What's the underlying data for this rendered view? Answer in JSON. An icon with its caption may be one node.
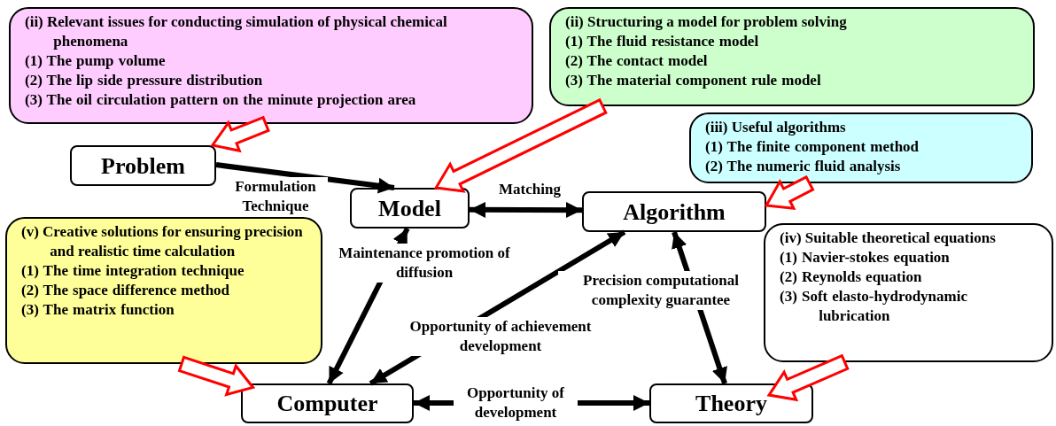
{
  "diagram": {
    "nodes": [
      {
        "text": [
          "(ii) Relevant issues for conducting simulation of physical chemical phenomena",
          "(1) The pump volume",
          "(2) The lip side pressure distribution",
          "(3) The oil circulation pattern on the minute projection area"
        ]
      },
      {
        "text": [
          "(ii) Structuring a model for problem solving",
          "(1) The fluid resistance model",
          "(2) The contact model",
          "(3) The material component rule model"
        ]
      },
      {
        "text": [
          "(iii) Useful algorithms",
          "(1) The finite component method",
          "(2) The numeric fluid analysis"
        ]
      },
      {
        "text": [
          "Problem"
        ]
      },
      {
        "text": [
          "Model"
        ]
      },
      {
        "text": [
          "Algorithm"
        ]
      },
      {
        "text": [
          "(v) Creative solutions for ensuring precision and realistic time calculation",
          "(1) The time integration technique",
          "(2) The space difference method",
          "(3) The matrix function"
        ]
      },
      {
        "text": [
          "(iv) Suitable theoretical equations",
          "(1) Navier-stokes equation",
          "(2) Reynolds equation",
          "(3) Soft elasto-hydrodynamic lubrication"
        ]
      },
      {
        "text": [
          "Computer"
        ]
      },
      {
        "text": [
          "Theory"
        ]
      }
    ],
    "edges": [
      {
        "from": 3,
        "to": 4,
        "arrow": "to",
        "label": "Formulation Technique"
      },
      {
        "from": 4,
        "to": 5,
        "arrow": "both",
        "label": "Matching"
      },
      {
        "from": 8,
        "to": 4,
        "arrow": "both",
        "label": "Maintenance promotion of diffusion"
      },
      {
        "from": 8,
        "to": 5,
        "arrow": "both",
        "label": "Opportunity of achievement development"
      },
      {
        "from": 9,
        "to": 5,
        "arrow": "both",
        "label": "Precision computational complexity guarantee"
      },
      {
        "from": 8,
        "to": 9,
        "arrow": "both",
        "label": "Opportunity of development"
      },
      {
        "from": 0,
        "to": 3,
        "arrow": "to",
        "style": "thick",
        "color": "#ff0000"
      },
      {
        "from": 1,
        "to": 4,
        "arrow": "to",
        "style": "thick",
        "color": "#ff0000"
      },
      {
        "from": 2,
        "to": 5,
        "arrow": "to",
        "style": "thick",
        "color": "#ff0000"
      },
      {
        "from": 6,
        "to": 8,
        "arrow": "to",
        "style": "thick",
        "color": "#ff0000"
      },
      {
        "from": 7,
        "to": 9,
        "arrow": "to",
        "style": "thick",
        "color": "#ff0000"
      }
    ]
  }
}
